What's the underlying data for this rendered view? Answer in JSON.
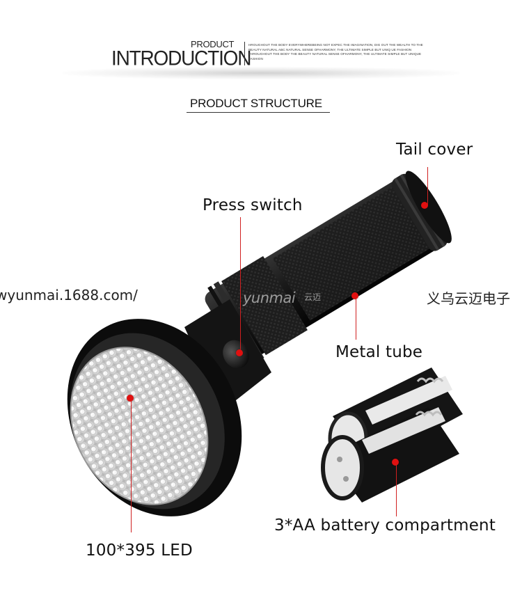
{
  "header": {
    "product": "PRODUCT",
    "introduction": "INTRODUCTION",
    "blurb": "HROUGHOUT THE BODY EVERYWHEREBEING NOT EXPEC THE IMAGINATION, DIG OUT THE WEALTH TO THE BEAUTY NATURAL ABC NATURAL SENSE OFHARMONY, THE ULTIMATE SIMPLE BUT UNIQ UE FASHION THROUGHOUT THE BODY THE BEAUTY NATURAL SENSE OFHARMONY, THE ULTIMATE SIMPLE BUT UNIQUE FASHION"
  },
  "section": {
    "title": "PRODUCT STRUCTURE"
  },
  "labels": {
    "tail_cover": "Tail cover",
    "press_switch": "Press switch",
    "metal_tube": "Metal tube",
    "battery": "3*AA battery compartment",
    "led": "100*395 LED"
  },
  "watermarks": {
    "url": "wyunmai.1688.com/",
    "cn_text": "义乌云迈电子",
    "logo": "yunmai",
    "logo_cn": "云迈"
  },
  "colors": {
    "marker": "#e01010",
    "body": "#1a1a1a"
  }
}
